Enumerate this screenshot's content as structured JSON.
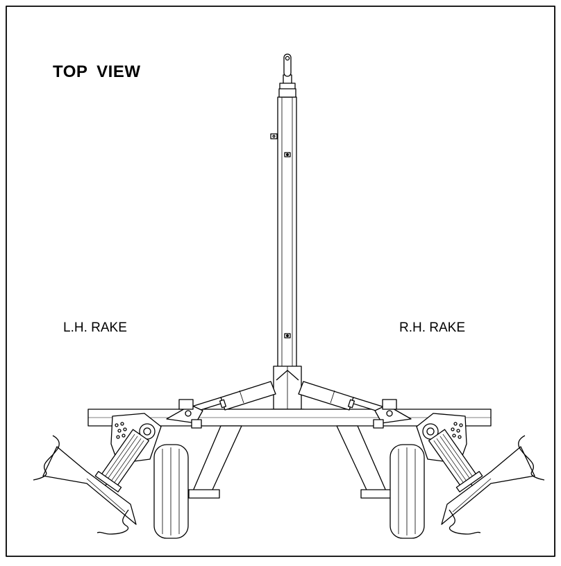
{
  "diagram": {
    "title": "TOP  VIEW",
    "left_label": "L.H. RAKE",
    "right_label": "R.H. RAKE"
  },
  "colors": {
    "line": "#000000",
    "fill": "#ffffff",
    "background": "#ffffff"
  }
}
